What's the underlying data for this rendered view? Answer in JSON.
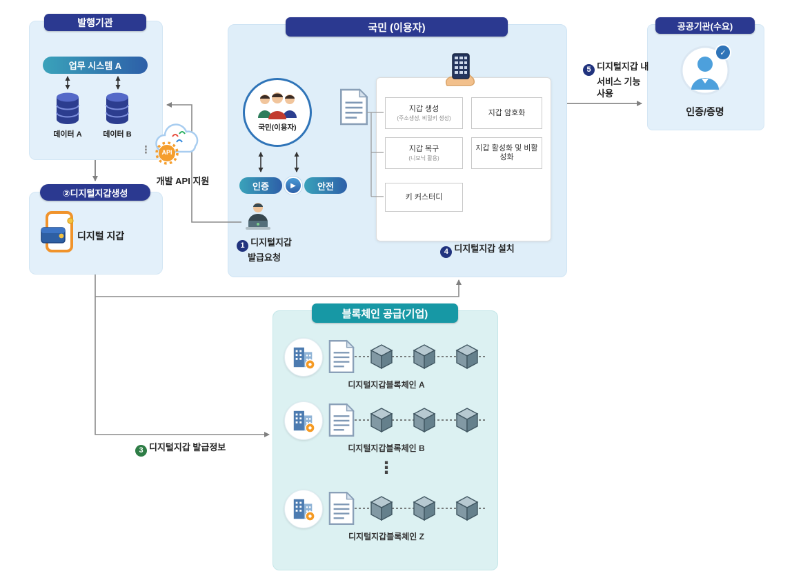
{
  "issuer": {
    "title": "발행기관",
    "system": "업무 시스템 A",
    "db_a": "데이터 A",
    "db_b": "데이터 B"
  },
  "wallet_box": {
    "title": "②디지털지갑생성",
    "label": "디지털 지갑"
  },
  "api": {
    "badge": "API",
    "caption": "개발 API 지원",
    "dots": "⋮"
  },
  "citizen": {
    "title": "국민 (이용자)",
    "avatar_caption": "국민(이용자)",
    "pill_auth": "인증",
    "pill_safe": "안전",
    "play_icon": "▶",
    "step1_num": "1",
    "step1_line1": "디지털지갑",
    "step1_line2": "발급요청",
    "step4_num": "4",
    "step4_text": "디지털지갑 설치",
    "functions": [
      {
        "main": "지갑 생성",
        "sub": "(주소생성, 비밀키 생성)"
      },
      {
        "main": "지갑 암호화",
        "sub": ""
      },
      {
        "main": "지갑 복구",
        "sub": "(니모닉 활용)"
      },
      {
        "main": "지갑 활성화 및 비활성화",
        "sub": ""
      },
      {
        "main": "키 커스터디",
        "sub": ""
      }
    ]
  },
  "public_org": {
    "title": "공공기관(수요)",
    "caption": "인증/증명",
    "check": "✓"
  },
  "step5": {
    "num": "5",
    "line1": "디지털지갑 내",
    "line2": "서비스 기능",
    "line3": "사용"
  },
  "step3": {
    "num": "3",
    "text": "디지털지갑 발급정보"
  },
  "blockchain": {
    "title": "블록체인 공급(기업)",
    "chains": [
      "디지털지갑블록체인 A",
      "디지털지갑블록체인 B",
      "디지털지갑블록체인 Z"
    ],
    "ellipsis": "⋮"
  }
}
